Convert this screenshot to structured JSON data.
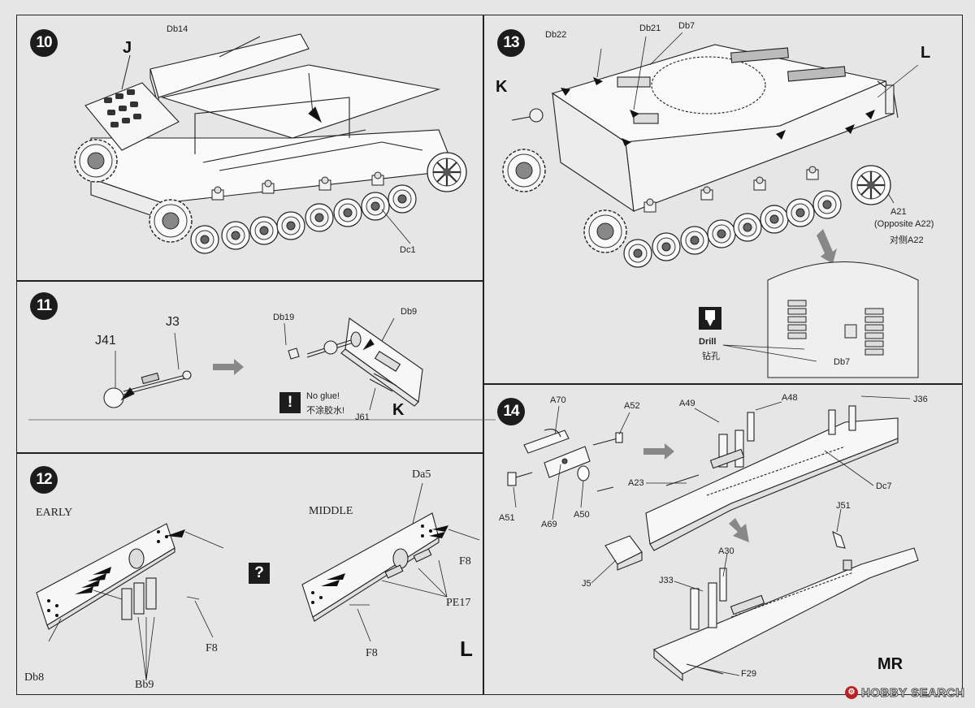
{
  "steps": {
    "s10": {
      "number": "10",
      "labels": {
        "j": "J",
        "db14": "Db14",
        "dc1": "Dc1"
      }
    },
    "s11": {
      "number": "11",
      "labels": {
        "j41": "J41",
        "j3": "J3",
        "db19": "Db19",
        "db9": "Db9",
        "j61": "J61",
        "k": "K",
        "no_glue_en": "No glue!",
        "no_glue_cn": "不涂胶水!",
        "notice_mark": "!"
      }
    },
    "s12": {
      "number": "12",
      "labels": {
        "early": "EARLY",
        "middle": "MIDDLE",
        "da5": "Da5",
        "f8_a": "F8",
        "f8_b": "F8",
        "f8_c": "F8",
        "pe17": "PE17",
        "db8": "Db8",
        "bb9": "Bb9",
        "l": "L",
        "question_mark": "?"
      }
    },
    "s13": {
      "number": "13",
      "labels": {
        "db22": "Db22",
        "db21": "Db21",
        "db7_a": "Db7",
        "k": "K",
        "l": "L",
        "a21": "A21",
        "opposite": "(Opposite A22)",
        "opposite_cn": "对侧A22",
        "drill": "Drill",
        "drill_cn": "钻孔",
        "db7_b": "Db7"
      }
    },
    "s14": {
      "number": "14",
      "labels": {
        "a70": "A70",
        "a52": "A52",
        "a49": "A49",
        "a48": "A48",
        "j36": "J36",
        "a51": "A51",
        "a69": "A69",
        "a50": "A50",
        "a23": "A23",
        "dc7": "Dc7",
        "j51": "J51",
        "j5": "J5",
        "a30": "A30",
        "j33": "J33",
        "mr": "MR",
        "f29": "F29"
      }
    }
  },
  "watermark": {
    "text": "HOBBY SEARCH"
  }
}
